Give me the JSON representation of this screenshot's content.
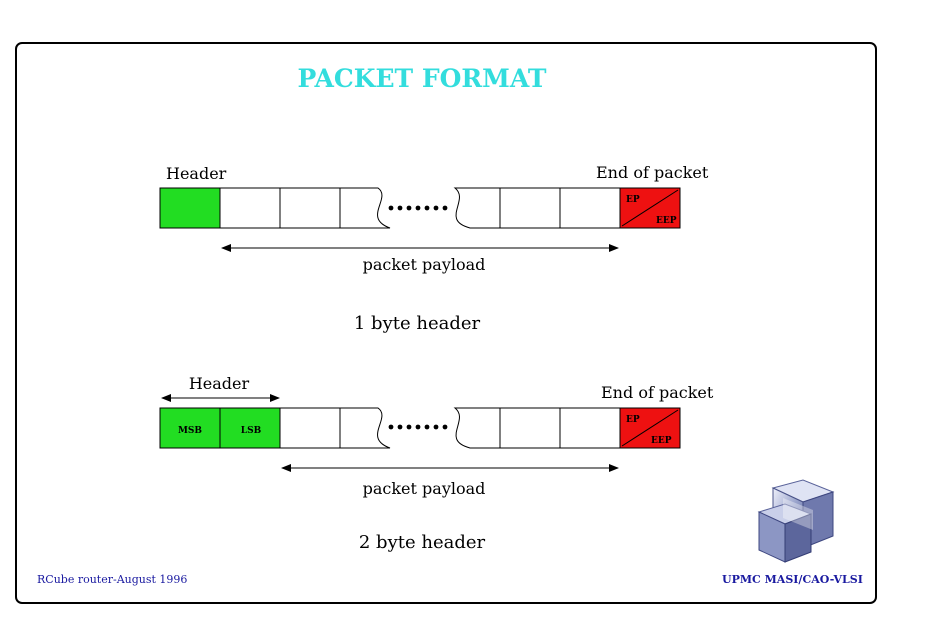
{
  "title": "PACKET FORMAT",
  "colors": {
    "title": "#33dddd",
    "header_cell": "#22dd22",
    "end_cell": "#ee1111",
    "footer_text": "#1a1aa0"
  },
  "diagram1": {
    "header_label": "Header",
    "end_label": "End of packet",
    "ep_label": "EP",
    "eep_label": "EEP",
    "payload_label": "packet payload",
    "caption": "1 byte header"
  },
  "diagram2": {
    "header_label": "Header",
    "msb_label": "MSB",
    "lsb_label": "LSB",
    "end_label": "End of packet",
    "ep_label": "EP",
    "eep_label": "EEP",
    "payload_label": "packet payload",
    "caption": "2 byte header"
  },
  "footer": {
    "left": "RCube router-August 1996",
    "right": "UPMC MASI/CAO-VLSI"
  },
  "logo": {
    "icon": "rcube-logo-icon"
  }
}
